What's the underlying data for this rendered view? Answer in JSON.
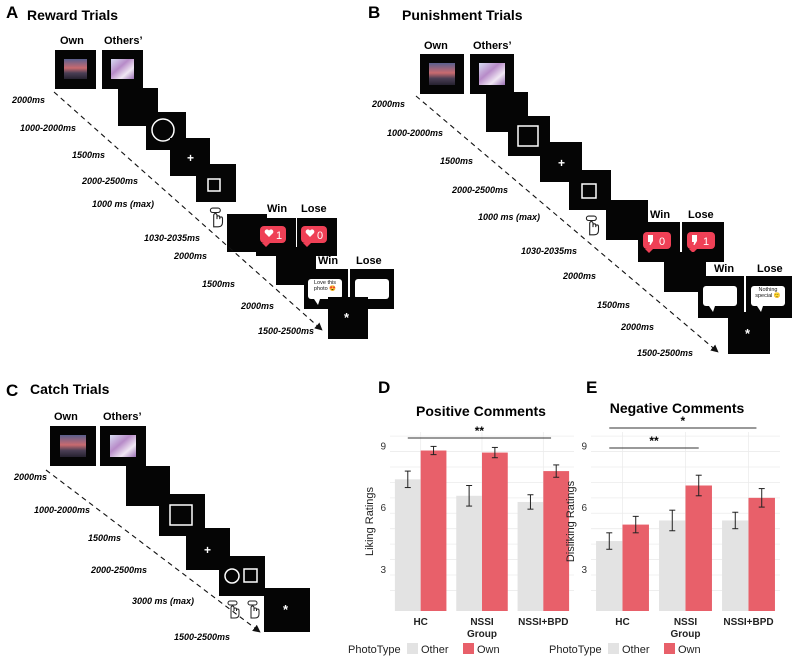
{
  "panels": {
    "A": {
      "letter": "A",
      "title": "Reward Trials",
      "own": "Own",
      "others": "Others’",
      "timings": [
        "2000ms",
        "1000-2000ms",
        "1500ms",
        "2000-2500ms",
        "1000 ms (max)",
        "1030-2035ms",
        "2000ms",
        "1500ms",
        "2000ms",
        "1500-2500ms"
      ],
      "win": "Win",
      "lose": "Lose",
      "win_count": "1",
      "lose_count": "0",
      "comment_text": "Love this photo 😍"
    },
    "B": {
      "letter": "B",
      "title": "Punishment Trials",
      "own": "Own",
      "others": "Others’",
      "timings": [
        "2000ms",
        "1000-2000ms",
        "1500ms",
        "2000-2500ms",
        "1000 ms (max)",
        "1030-2035ms",
        "2000ms",
        "1500ms",
        "2000ms",
        "1500-2500ms"
      ],
      "win": "Win",
      "lose": "Lose",
      "win_count": "0",
      "lose_count": "1",
      "comment_text": "Nothing special 🙂"
    },
    "C": {
      "letter": "C",
      "title": "Catch Trials",
      "own": "Own",
      "others": "Others’",
      "timings": [
        "2000ms",
        "1000-2000ms",
        "1500ms",
        "2000-2500ms",
        "3000 ms (max)",
        "1500-2500ms"
      ]
    },
    "D": {
      "letter": "D"
    },
    "E": {
      "letter": "E"
    }
  },
  "colors": {
    "other": "#e3e3e3",
    "own": "#e8606a",
    "heart": "#ef4056"
  },
  "icons": [
    "heart-icon",
    "thumbs-down-icon",
    "hand-press-icon",
    "speech-bubble-icon",
    "photo-thumbnail-icon"
  ],
  "chart_data": [
    {
      "type": "bar",
      "title": "Positive Comments",
      "ylabel": "Liking Ratings",
      "ylim": [
        1,
        9.7
      ],
      "yticks": [
        3,
        6,
        9
      ],
      "categories": [
        "HC",
        "NSSI Group",
        "NSSI+BPD"
      ],
      "series": [
        {
          "name": "Other",
          "values": [
            7.4,
            6.6,
            6.3
          ],
          "errors": [
            0.4,
            0.5,
            0.35
          ]
        },
        {
          "name": "Own",
          "values": [
            8.8,
            8.7,
            7.8
          ],
          "errors": [
            0.2,
            0.25,
            0.3
          ]
        }
      ],
      "significance": [
        {
          "from": "HC",
          "to": "NSSI+BPD",
          "label": "**"
        }
      ],
      "legend": {
        "title": "PhotoType",
        "position": "bottom"
      },
      "grid": true
    },
    {
      "type": "bar",
      "title": "Negative Comments",
      "ylabel": "Disliking Ratings",
      "ylim": [
        1,
        9.7
      ],
      "yticks": [
        3,
        6,
        9
      ],
      "categories": [
        "HC",
        "NSSI Group",
        "NSSI+BPD"
      ],
      "series": [
        {
          "name": "Other",
          "values": [
            4.4,
            5.4,
            5.4
          ],
          "errors": [
            0.4,
            0.5,
            0.4
          ]
        },
        {
          "name": "Own",
          "values": [
            5.2,
            7.1,
            6.5
          ],
          "errors": [
            0.4,
            0.5,
            0.45
          ]
        }
      ],
      "significance": [
        {
          "from": "HC",
          "to": "NSSI Group",
          "label": "**"
        },
        {
          "from": "HC",
          "to": "NSSI+BPD",
          "label": "*"
        }
      ],
      "legend": {
        "title": "PhotoType",
        "position": "bottom"
      },
      "grid": true
    }
  ]
}
